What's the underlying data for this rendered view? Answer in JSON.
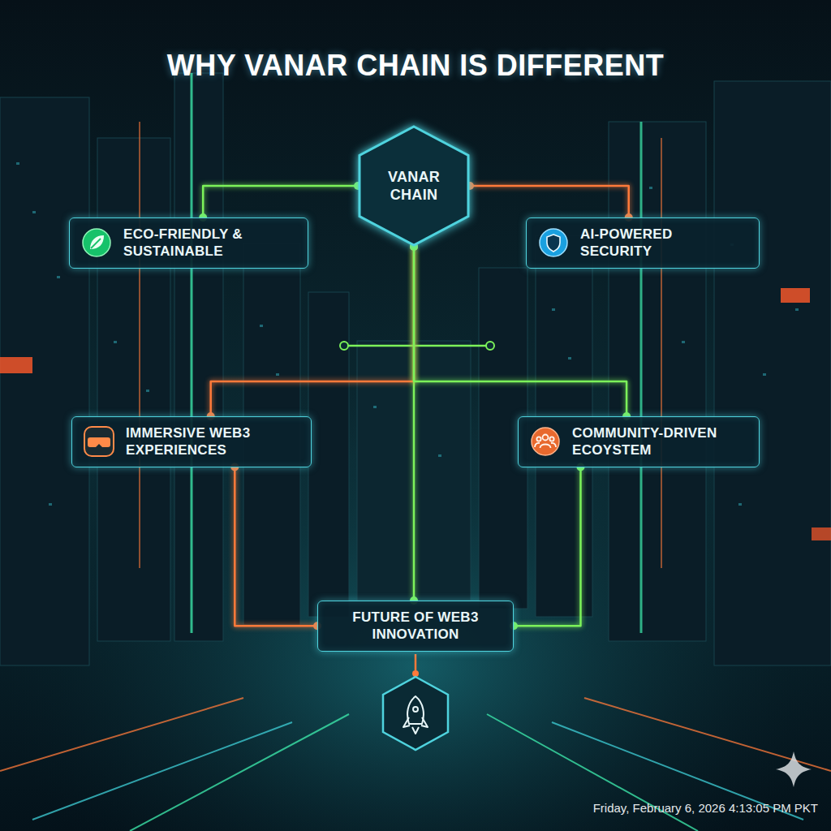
{
  "diagram": {
    "title": "WHY VANAR CHAIN IS DIFFERENT",
    "nodes": [
      {
        "text": [
          "VANAR CHAIN"
        ]
      },
      {
        "text": [
          "ECO-FRIENDLY & SUSTAINABLE"
        ]
      },
      {
        "text": [
          "AI-POWERED SECURITY"
        ]
      },
      {
        "text": [
          "IMMERSIVE WEB3 EXPERIENCES"
        ]
      },
      {
        "text": [
          "COMMUNITY-DRIVEN ECOYSTEM"
        ]
      },
      {
        "text": [
          "FUTURE OF WEB3 INNOVATION"
        ]
      }
    ],
    "edges": [
      {
        "from": 0,
        "to": 1,
        "arrow": "none"
      },
      {
        "from": 0,
        "to": 2,
        "arrow": "none"
      },
      {
        "from": 0,
        "to": 5,
        "arrow": "none"
      },
      {
        "from": 0,
        "to": 3,
        "arrow": "none"
      },
      {
        "from": 0,
        "to": 4,
        "arrow": "none"
      },
      {
        "from": 3,
        "to": 5,
        "arrow": "none"
      },
      {
        "from": 4,
        "to": 5,
        "arrow": "none"
      }
    ],
    "labels": [
      "Friday, February 6, 2026 4:13:05 PM PKT"
    ]
  }
}
